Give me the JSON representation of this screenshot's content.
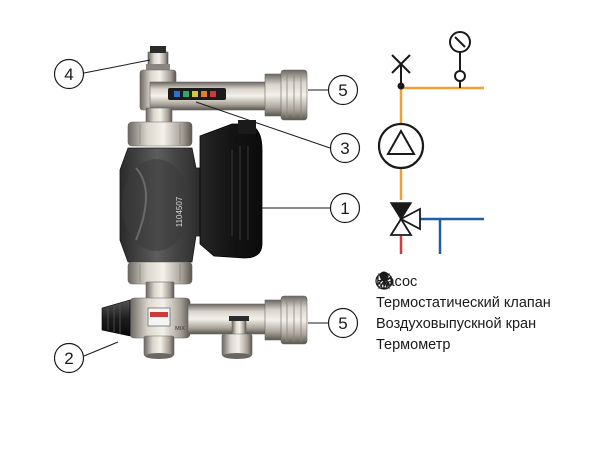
{
  "callouts": [
    {
      "id": "callout-1",
      "number": "1"
    },
    {
      "id": "callout-2",
      "number": "2"
    },
    {
      "id": "callout-3",
      "number": "3"
    },
    {
      "id": "callout-4",
      "number": "4"
    },
    {
      "id": "callout-5-top",
      "number": "5"
    },
    {
      "id": "callout-5-bottom",
      "number": "5"
    }
  ],
  "product_marks": {
    "pump_housing": "1104507",
    "valve_cap": "MIX"
  },
  "legend": [
    {
      "icon": "pump-symbol-icon",
      "text": "Насос"
    },
    {
      "icon": "thermostatic-valve-symbol-icon",
      "text": "Термостатический клапан"
    },
    {
      "icon": "air-vent-symbol-icon",
      "text": "Воздуховыпускной кран"
    },
    {
      "icon": "thermometer-symbol-icon",
      "text": "Термометр"
    }
  ],
  "colors": {
    "supply_line": "#f0a035",
    "return_line_blue": "#1f5fa8",
    "return_line_red": "#d23c3c",
    "line_black": "#1a1a1a"
  }
}
